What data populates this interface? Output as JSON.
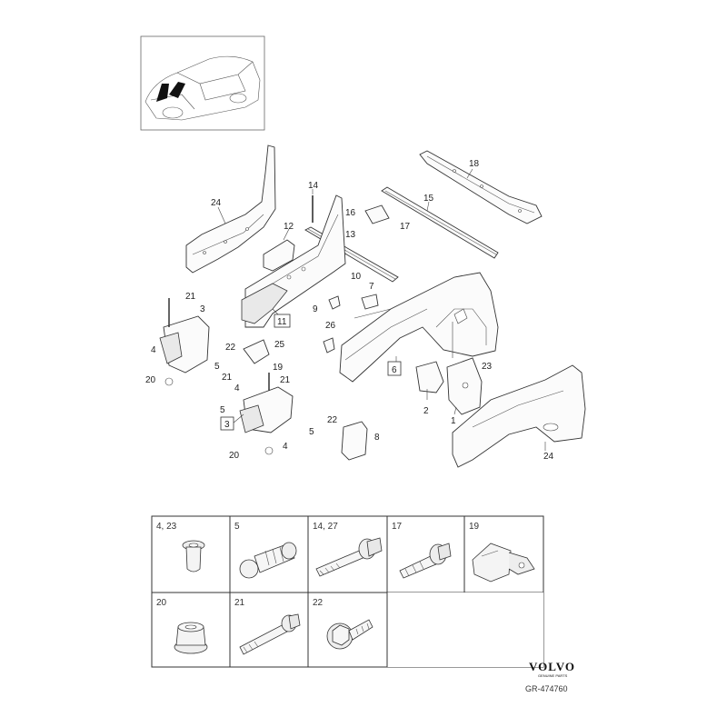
{
  "callouts": {
    "n24a": "24",
    "n24b": "24",
    "n14": "14",
    "n12": "12",
    "n13": "13",
    "n16": "16",
    "n17": "17",
    "n15": "15",
    "n18": "18",
    "n21a": "21",
    "n3a": "3",
    "n10": "10",
    "n7": "7",
    "n9": "9",
    "n11": "11",
    "n26": "26",
    "n4a": "4",
    "n22a": "22",
    "n25": "25",
    "n20a": "20",
    "n5a": "5",
    "n19": "19",
    "n21b": "21",
    "n21c": "21",
    "n4b": "4",
    "n5b": "5",
    "n3b": "3",
    "n6": "6",
    "n22b": "22",
    "n5c": "5",
    "n4c": "4",
    "n8": "8",
    "n20b": "20",
    "n2": "2",
    "n23": "23",
    "n1": "1"
  },
  "legend": [
    {
      "label": "4, 23",
      "icon": "rivet-nut-icon"
    },
    {
      "label": "5",
      "icon": "stud-bolt-icon"
    },
    {
      "label": "14, 27",
      "icon": "long-flange-bolt-icon"
    },
    {
      "label": "17",
      "icon": "flange-bolt-icon"
    },
    {
      "label": "19",
      "icon": "bracket-clip-icon"
    },
    {
      "label": "20",
      "icon": "flange-nut-icon"
    },
    {
      "label": "21",
      "icon": "long-bolt-icon"
    },
    {
      "label": "22",
      "icon": "hex-flange-bolt-icon"
    }
  ],
  "brand": {
    "name": "VOLVO",
    "sub": "GENUINE PARTS"
  },
  "reference": "GR-474760"
}
